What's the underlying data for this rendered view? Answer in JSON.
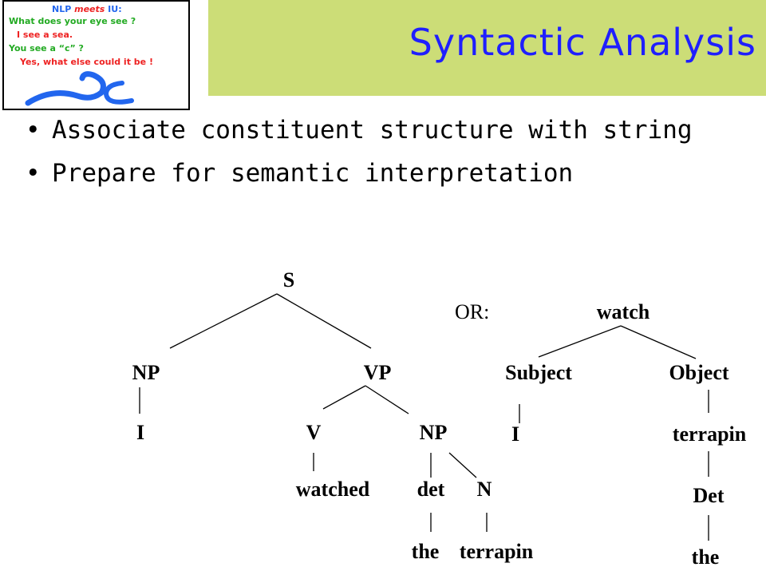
{
  "logo": {
    "heading_a": "NLP",
    "heading_b": "meets",
    "heading_c": "IU:",
    "line1": "What does your eye see ?",
    "line2": "I see a sea.",
    "line3": "You see a “c” ?",
    "line4": "Yes, what else could it be !"
  },
  "slide": {
    "title": "Syntactic Analysis",
    "bullets": [
      "Associate constituent structure with string",
      "Prepare for semantic interpretation"
    ],
    "bullet_marker": "•"
  },
  "tree1": {
    "root": "S",
    "np": "NP",
    "vp": "VP",
    "i": "I",
    "v": "V",
    "np2": "NP",
    "watched": "watched",
    "det": "det",
    "n": "N",
    "the": "the",
    "terrapin": "terrapin"
  },
  "tree2": {
    "or": "OR:",
    "root": "watch",
    "subject": "Subject",
    "object": "Object",
    "i": "I",
    "terrapin": "terrapin",
    "det": "Det",
    "the": "the"
  },
  "colors": {
    "title": "#1f1fff",
    "title_bar": "#ccdd77",
    "logo_red": "#ee2222",
    "logo_green": "#22aa22",
    "logo_blue": "#2266ee"
  }
}
